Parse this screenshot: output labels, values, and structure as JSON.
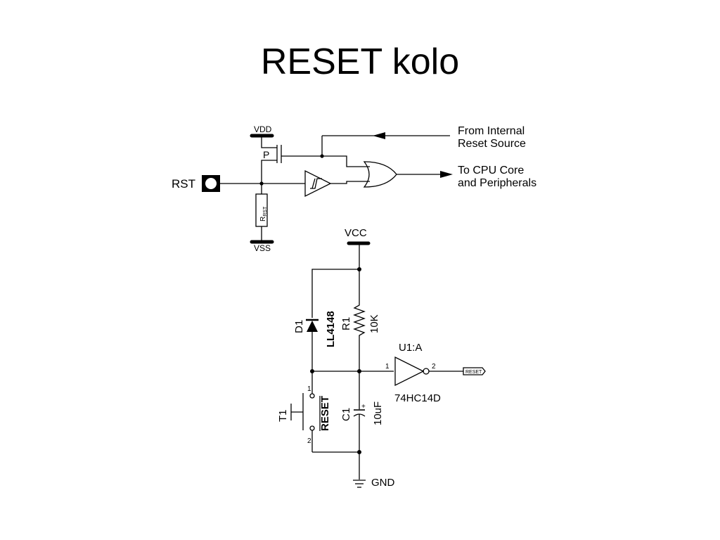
{
  "title": "RESET kolo",
  "diagram1": {
    "vdd": "VDD",
    "vss": "VSS",
    "p": "P",
    "rst": "RST",
    "r_main": "R",
    "r_sub": "RST",
    "internal_line1": "From Internal",
    "internal_line2": "Reset Source",
    "cpu_line1": "To CPU Core",
    "cpu_line2": "and Peripherals"
  },
  "diagram2": {
    "vcc": "VCC",
    "gnd": "GND",
    "d1_ref": "D1",
    "d1_val": "LL4148",
    "r1_ref": "R1",
    "r1_val": "10K",
    "c1_ref": "C1",
    "c1_val": "10uF",
    "c1_plus": "+",
    "t1_ref": "T1",
    "t1_val": "RESET",
    "pin1": "1",
    "pin2": "2",
    "u1_ref": "U1:A",
    "u1_val": "74HC14D",
    "u1_in": "1",
    "u1_out": "2",
    "out_tag": "RESET"
  }
}
